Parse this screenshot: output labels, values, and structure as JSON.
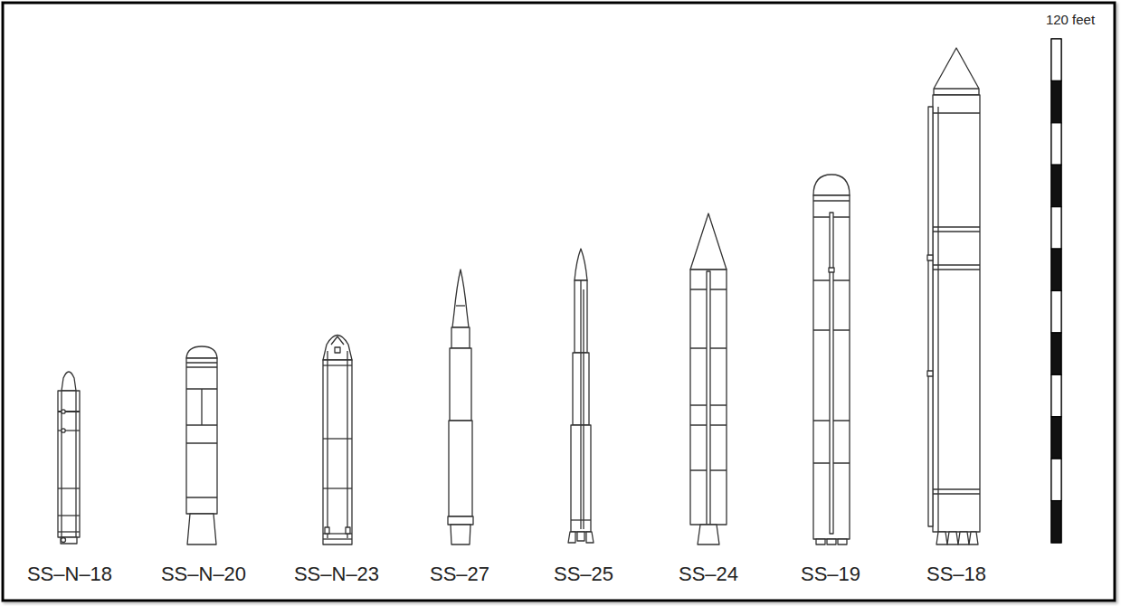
{
  "diagram": {
    "labels": [
      "SS–N–18",
      "SS–N–20",
      "SS–N–23",
      "SS–27",
      "SS–25",
      "SS–24",
      "SS–19",
      "SS–18",
      "120 feet"
    ]
  }
}
